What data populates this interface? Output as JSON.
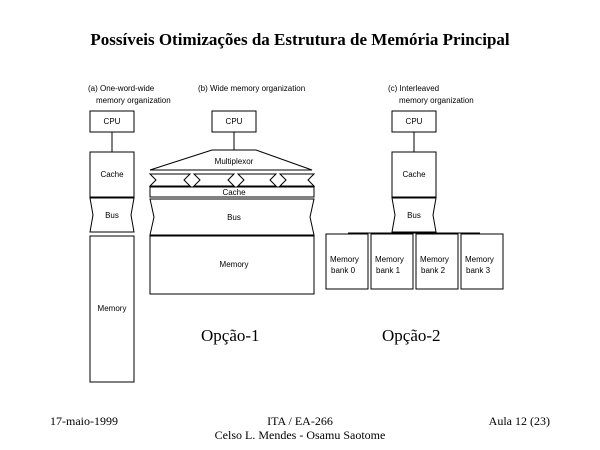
{
  "title": "Possíveis Otimizações da Estrutura de Memória Principal",
  "diagram": {
    "a": {
      "caption_line1": "(a) One-word-wide",
      "caption_line2": "memory organization",
      "cpu": "CPU",
      "cache": "Cache",
      "bus": "Bus",
      "memory": "Memory"
    },
    "b": {
      "caption": "(b) Wide memory organization",
      "cpu": "CPU",
      "multiplexor": "Multiplexor",
      "cache": "Cache",
      "bus": "Bus",
      "memory": "Memory"
    },
    "c": {
      "caption_line1": "(c) Interleaved",
      "caption_line2": "memory organization",
      "cpu": "CPU",
      "cache": "Cache",
      "bus": "Bus",
      "banks": [
        {
          "line1": "Memory",
          "line2": "bank 0"
        },
        {
          "line1": "Memory",
          "line2": "bank 1"
        },
        {
          "line1": "Memory",
          "line2": "bank 2"
        },
        {
          "line1": "Memory",
          "line2": "bank 3"
        }
      ]
    }
  },
  "option1": "Opção-1",
  "option2": "Opção-2",
  "footer": {
    "date": "17-maio-1999",
    "course": "ITA / EA-266",
    "authors": "Celso L. Mendes - Osamu Saotome",
    "page": "Aula 12 (23)"
  }
}
